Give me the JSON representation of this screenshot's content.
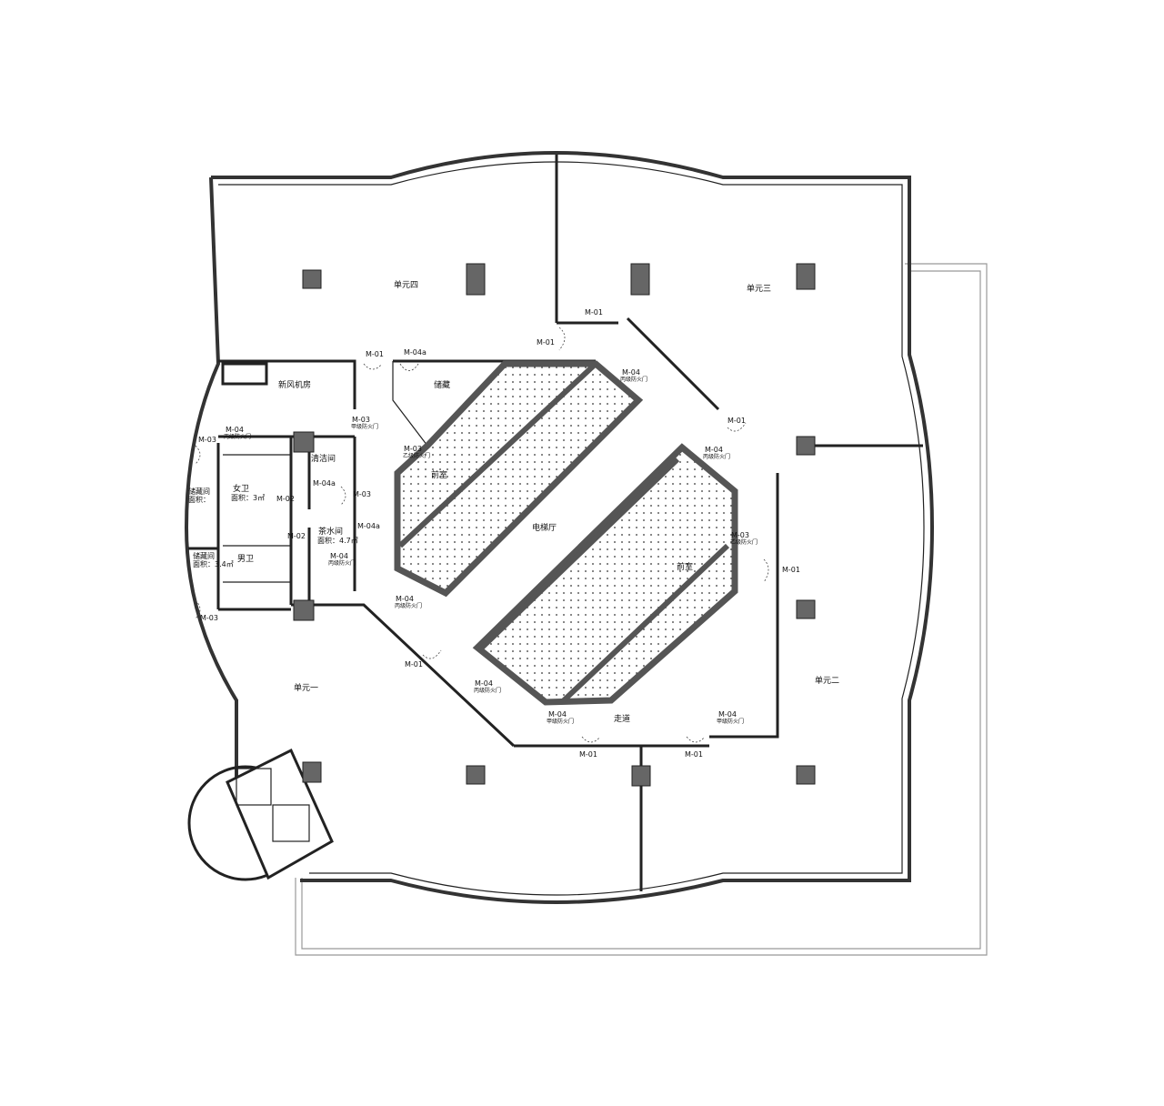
{
  "rooms": [
    "单元四",
    "单元三",
    "单元二",
    "单元一",
    "新风机房",
    "储藏",
    "前室",
    "电梯厅",
    "前室",
    "走道",
    "清洁间",
    "女卫",
    "面积：3㎡",
    "男卫",
    "茶水间",
    "面积：4.7㎡",
    "储藏间",
    "面积：",
    "储藏间",
    "面积：3.4㎡"
  ],
  "doors": [
    "M-01",
    "M-01",
    "M-01",
    "M-01",
    "M-01",
    "M-01",
    "M-01",
    "M-01",
    "M-04a",
    "M-04a",
    "M-04a",
    "M-02",
    "M-02"
  ],
  "fire_doors": [
    {
      "code": "M-04",
      "grade": "丙级防火门"
    },
    {
      "code": "M-04",
      "grade": "丙级防火门"
    },
    {
      "code": "M-04",
      "grade": "丙级防火门"
    },
    {
      "code": "M-04",
      "grade": "丙级防火门"
    },
    {
      "code": "M-04",
      "grade": "丙级防火门"
    },
    {
      "code": "M-04",
      "grade": "丙级防火门"
    },
    {
      "code": "M-04",
      "grade": "甲级防火门"
    },
    {
      "code": "M-04",
      "grade": "甲级防火门"
    },
    {
      "code": "M-03",
      "grade": "甲级防火门"
    },
    {
      "code": "M-03",
      "grade": "乙级防火门"
    },
    {
      "code": "M-03",
      "grade": "乙级防火门"
    }
  ],
  "plain_m03": [
    "M-03",
    "M-03",
    "M-03"
  ]
}
